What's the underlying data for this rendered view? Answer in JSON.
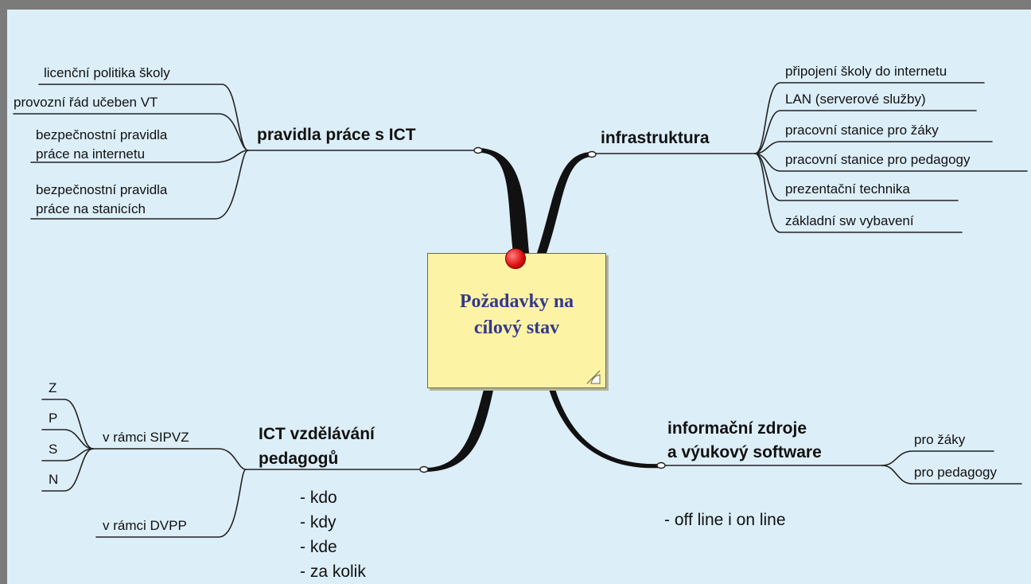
{
  "center": {
    "title_line1": "Požadavky na",
    "title_line2": "cílový stav"
  },
  "branches": {
    "rules": {
      "title": "pravidla práce s ICT",
      "items": [
        "licenční politika školy",
        "provozní řád učeben VT",
        "bezpečnostní pravidla",
        "práce na internetu",
        "bezpečnostní pravidla",
        "práce na stanicích"
      ]
    },
    "infrastructure": {
      "title": "infrastruktura",
      "items": [
        "připojení školy do internetu",
        "LAN (serverové služby)",
        "pracovní stanice pro žáky",
        "pracovní stanice pro pedagogy",
        "prezentační technika",
        "základní sw vybavení"
      ]
    },
    "education": {
      "title_line1": "ICT vzdělávání",
      "title_line2": "pedagogů",
      "sipvz": "v rámci SIPVZ",
      "sipvz_items": [
        "Z",
        "P",
        "S",
        "N"
      ],
      "dvpp": "v rámci DVPP",
      "notes": [
        "- kdo",
        "- kdy",
        "- kde",
        "- za kolik"
      ]
    },
    "resources": {
      "title_line1": "informační zdroje",
      "title_line2": "a výukový software",
      "items": [
        "pro žáky",
        "pro pedagogy"
      ],
      "note": "- off line i on line"
    }
  },
  "colors": {
    "background": "#dceef8",
    "frame": "#7b7b7b",
    "note": "#fcf3a5",
    "title": "#35388e",
    "pin": "#e01010",
    "line": "#111111"
  }
}
